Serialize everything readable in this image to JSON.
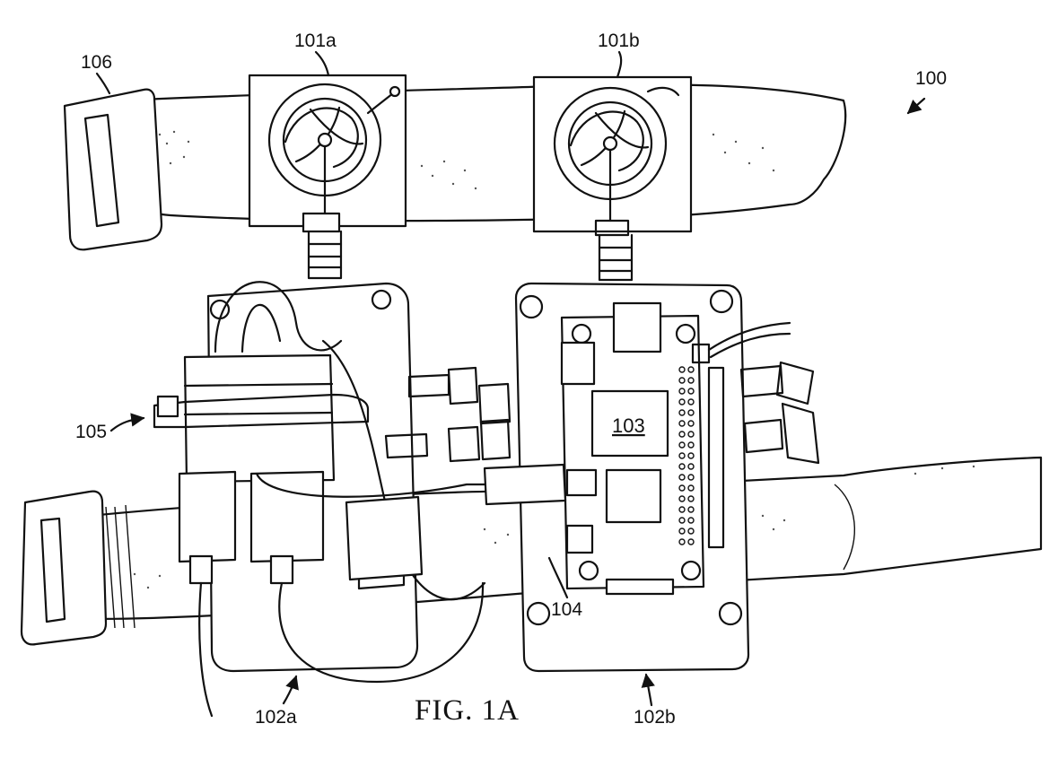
{
  "figure": {
    "caption": "FIG. 1A",
    "labels": {
      "device": "100",
      "antenna_a": "101a",
      "antenna_b": "101b",
      "module_a": "102a",
      "module_b": "102b",
      "processor": "103",
      "board": "104",
      "tie": "105",
      "buckle": "106"
    }
  }
}
